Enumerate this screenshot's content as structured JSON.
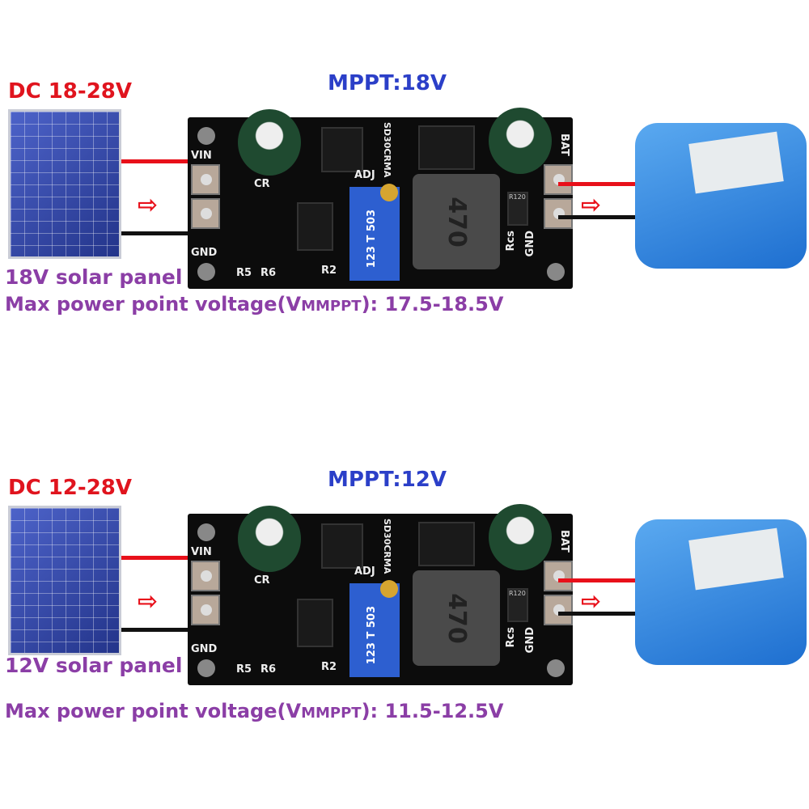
{
  "panels": [
    {
      "input_range": "DC 18-28V",
      "mppt": "MPPT:18V",
      "panel_name": "18V solar panel",
      "max_power_prefix": "Max power point voltage(V",
      "max_power_sub": "MMPPT",
      "max_power_suffix": "): 17.5-18.5V"
    },
    {
      "input_range": "DC 12-28V",
      "mppt": "MPPT:12V",
      "panel_name": "12V solar panel",
      "max_power_prefix": "Max power point voltage(V",
      "max_power_sub": "MMPPT",
      "max_power_suffix": "): 11.5-12.5V"
    }
  ],
  "board": {
    "vin": "VIN",
    "gnd": "GND",
    "cr": "CR",
    "r5": "R5",
    "r6": "R6",
    "r2": "R2",
    "adj": "ADJ",
    "chip": "SD30CRMA",
    "inductor": "470",
    "pot": "123 T 503",
    "rcs": "Rcs",
    "bat": "BAT",
    "gnd_out": "GND",
    "r120": "R120"
  },
  "colors": {
    "input_text": "#e0141e",
    "mppt_text": "#2b3fc8",
    "desc_text": "#8b3ea6",
    "wire_positive": "#e8101a",
    "wire_negative": "#111111"
  }
}
